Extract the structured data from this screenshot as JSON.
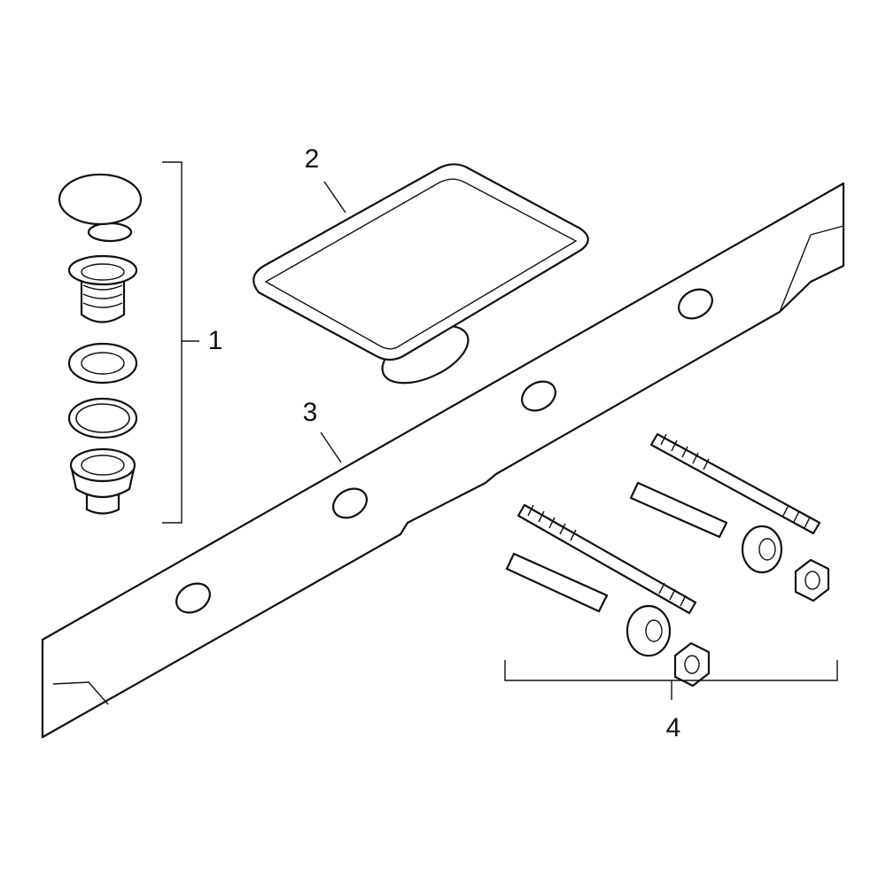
{
  "labels": {
    "part1": "1",
    "part2": "2",
    "part3": "3",
    "part4": "4"
  },
  "colors": {
    "line": "#111111",
    "background": "#ffffff"
  }
}
